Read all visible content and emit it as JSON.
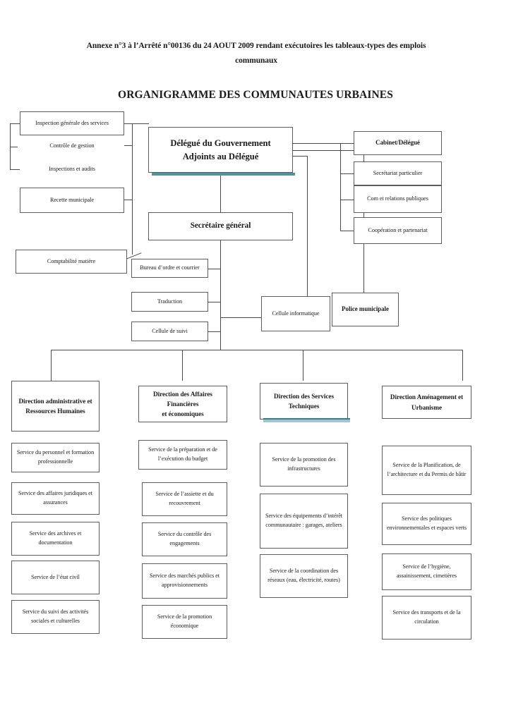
{
  "document": {
    "header_line1": "Annexe n°3 à l’Arrêté n°00136 du 24 AOUT 2009 rendant exécutoires les tableaux-types des emplois",
    "header_line2": "communaux",
    "title": "ORGANIGRAMME DES COMMUNAUTES URBAINES"
  },
  "colors": {
    "accent_teal": "#53919b",
    "box_border": "#5c5c5c",
    "line": "#4a4a4a",
    "text": "#1a1a1a",
    "background": "#ffffff"
  },
  "chart_data": {
    "type": "diagram",
    "title": "ORGANIGRAMME DES COMMUNAUTES URBAINES",
    "root": "Délégué du Gouvernement / Adjoints au Délégué"
  },
  "top": {
    "delegue_line1": "Délégué du Gouvernement",
    "delegue_line2": "Adjoints au Délégué",
    "secretaire_general": "Secrétaire général"
  },
  "left_column": {
    "inspection_generale": "Inspection générale des services",
    "controle_gestion": "Contrôle de gestion",
    "inspections_audits": "Inspections et audits",
    "recette_municipale": "Recette municipale",
    "comptabilite_matiere": "Comptabilité matière"
  },
  "right_column": {
    "cabinet": "Cabinet/Délégué",
    "secretariat_particulier": "Secrétariat particulier",
    "com_relations": "Com et relations publiques",
    "cooperation": "Coopération et partenariat"
  },
  "middle": {
    "bureau_ordre": "Bureau d’ordre et courrier",
    "traduction": "Traduction",
    "cellule_suivi": "Cellule de suivi",
    "cellule_informatique": "Cellule informatique",
    "police_municipale": "Police municipale"
  },
  "directions": [
    {
      "header_line1": "Direction administrative et",
      "header_line2": "Ressources Humaines",
      "services": [
        "Service du personnel et formation professionnelle",
        "Service des affaires juridiques et assurances",
        "Service des archives et documentation",
        "Service de l’état civil",
        "Service du suivi des activités sociales et culturelles"
      ]
    },
    {
      "header_line1": "Direction des Affaires Financières",
      "header_line2": "et économiques",
      "services": [
        "Service de la préparation et de l’exécution du budget",
        "Service de l’assiette et du recouvrement",
        "Service du contrôle des engagements",
        "Service des marchés publics et approvisionnements",
        "Service de la promotion économique"
      ]
    },
    {
      "header_line1": "Direction des Services",
      "header_line2": "Techniques",
      "services": [
        "Service de la promotion des infrastructures",
        "Service des équipements d’intérêt communautaire : garages, ateliers",
        "Service de la coordination des réseaux (eau, électricité, routes)"
      ]
    },
    {
      "header_line1": "Direction Aménagement et",
      "header_line2": "Urbanisme",
      "services": [
        "Service de la Planification, de l’architecture et du Permis de bâtir",
        "Service des politiques environnementales et espaces verts",
        "Service de l’hygiène, assainissement, cimetières",
        "Service des transports et de la circulation"
      ]
    }
  ]
}
